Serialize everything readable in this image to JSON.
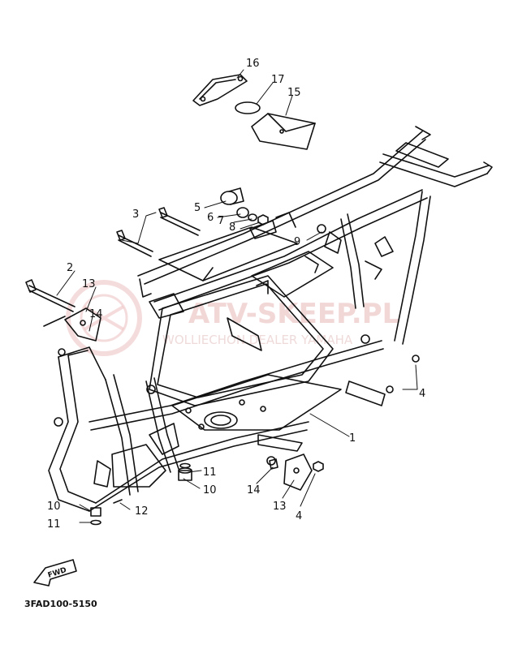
{
  "diagram": {
    "reference_code": "3FAD100-5150",
    "fwd_label": "FWD",
    "watermark": {
      "main": "ATV-SKEEP.PL",
      "sub": "WOLLIECHON DEALER YAMAHA"
    },
    "callouts": [
      {
        "id": "c16",
        "text": "16"
      },
      {
        "id": "c17",
        "text": "17"
      },
      {
        "id": "c15",
        "text": "15"
      },
      {
        "id": "c5",
        "text": "5"
      },
      {
        "id": "c6",
        "text": "6"
      },
      {
        "id": "c7",
        "text": "7"
      },
      {
        "id": "c8",
        "text": "8"
      },
      {
        "id": "c3",
        "text": "3"
      },
      {
        "id": "c9",
        "text": "9"
      },
      {
        "id": "c2",
        "text": "2"
      },
      {
        "id": "c13a",
        "text": "13"
      },
      {
        "id": "c14a",
        "text": "14"
      },
      {
        "id": "c4a",
        "text": "4"
      },
      {
        "id": "c1",
        "text": "1"
      },
      {
        "id": "c11a",
        "text": "11"
      },
      {
        "id": "c10a",
        "text": "10"
      },
      {
        "id": "c14b",
        "text": "14"
      },
      {
        "id": "c13b",
        "text": "13"
      },
      {
        "id": "c4b",
        "text": "4"
      },
      {
        "id": "c12",
        "text": "12"
      },
      {
        "id": "c10b",
        "text": "10"
      },
      {
        "id": "c11b",
        "text": "11"
      }
    ]
  }
}
